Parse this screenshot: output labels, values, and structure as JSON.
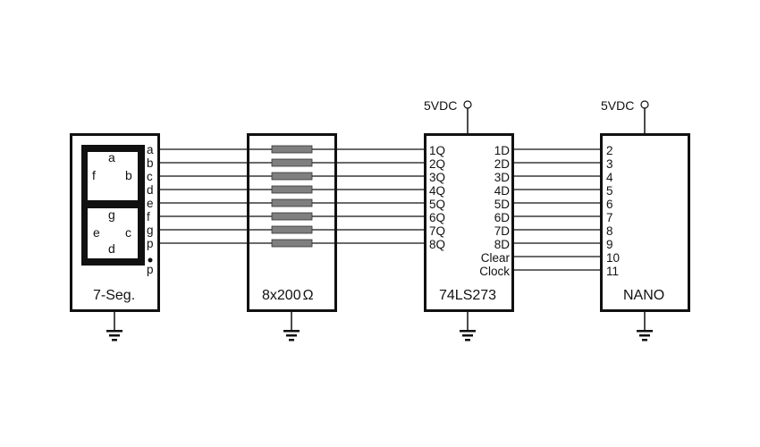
{
  "seven_seg": {
    "title": "7-Seg.",
    "segment_labels": {
      "a": "a",
      "b": "b",
      "c": "c",
      "d": "d",
      "e": "e",
      "f": "f",
      "g": "g"
    },
    "pins": [
      "a",
      "b",
      "c",
      "d",
      "e",
      "f",
      "g",
      "p"
    ],
    "dp_label": "p"
  },
  "resistors": {
    "title": "8x200",
    "ohm_symbol": "Ω",
    "count": 8
  },
  "latch": {
    "title": "74LS273",
    "supply": "5VDC",
    "q_pins": [
      "1Q",
      "2Q",
      "3Q",
      "4Q",
      "5Q",
      "6Q",
      "7Q",
      "8Q"
    ],
    "d_pins": [
      "1D",
      "2D",
      "3D",
      "4D",
      "5D",
      "6D",
      "7D",
      "8D",
      "Clear",
      "Clock"
    ]
  },
  "nano": {
    "title": "NANO",
    "supply": "5VDC",
    "pins": [
      "2",
      "3",
      "4",
      "5",
      "6",
      "7",
      "8",
      "9",
      "10",
      "11"
    ]
  },
  "colors": {
    "resistor_fill": "#7f7f7f",
    "line": "#111111"
  }
}
